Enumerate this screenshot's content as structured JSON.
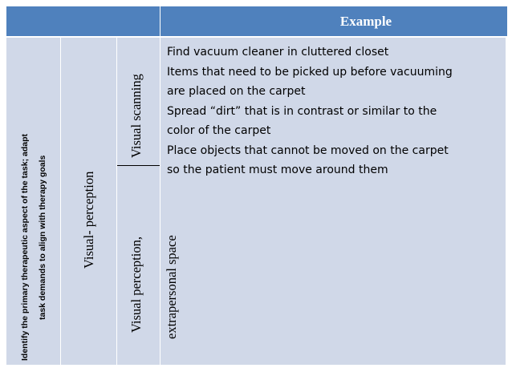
{
  "header": {
    "title": "Example"
  },
  "column1": {
    "line1": "Identify the primary therapeutic aspect of the task; adapt",
    "line2": "task demands to align with therapy goals"
  },
  "column2": {
    "label": "Visual- perception"
  },
  "column3": {
    "top": "Visual scanning",
    "bottom_line1": "Visual perception,",
    "bottom_line2": "extrapersonal space"
  },
  "example": {
    "lines": [
      "Find vacuum cleaner in cluttered closet",
      "Items that need to be picked up before vacuuming",
      "are placed on the carpet",
      "Spread “dirt” that is in contrast or similar to the",
      "color of the carpet",
      "Place objects that cannot be moved on the carpet",
      "so the patient must move around them"
    ]
  }
}
